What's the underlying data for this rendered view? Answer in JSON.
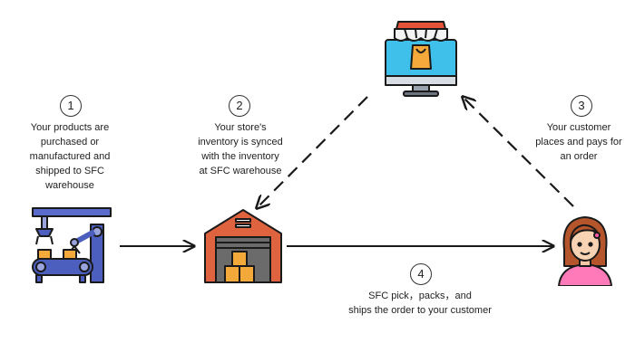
{
  "steps": [
    {
      "number": "1",
      "text_lines": [
        "Your products are",
        "purchased or",
        "manufactured and",
        "shipped to SFC",
        "warehouse"
      ]
    },
    {
      "number": "2",
      "text_lines": [
        "Your store's",
        "inventory is synced",
        "with the inventory",
        "at SFC warehouse"
      ]
    },
    {
      "number": "3",
      "text_lines": [
        "Your customer",
        "places and pays for",
        "an order"
      ]
    },
    {
      "number": "4",
      "text_lines": [
        "SFC pick，packs，and",
        "ships the order to your customer"
      ]
    }
  ],
  "icons": {
    "factory": "factory-robot-arm-icon",
    "warehouse": "warehouse-icon",
    "store": "online-store-monitor-icon",
    "customer": "customer-woman-icon"
  },
  "colors": {
    "stroke": "#1a1a1a",
    "monitor": "#3ec0ea",
    "awning_red": "#e5533a",
    "warehouse": "#e0633f",
    "boxes": "#f5a93a",
    "robot_blue": "#4c5fbf",
    "customer_pink": "#ff7ab8"
  }
}
